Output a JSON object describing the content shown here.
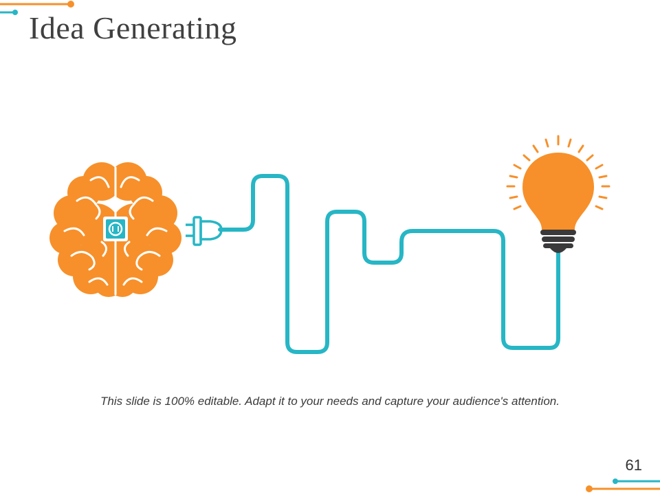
{
  "slide": {
    "title": "Idea Generating",
    "caption": "This slide is 100% editable. Adapt it to your needs and capture your audience's attention.",
    "page_number": "61"
  },
  "colors": {
    "accent_orange": "#f7902a",
    "accent_teal": "#27b6c5",
    "text_dark": "#404040",
    "bulb_base": "#3a3a3a",
    "background": "#ffffff"
  },
  "icons": [
    "brain-icon",
    "power-socket-icon",
    "power-plug-icon",
    "light-bulb-icon"
  ]
}
